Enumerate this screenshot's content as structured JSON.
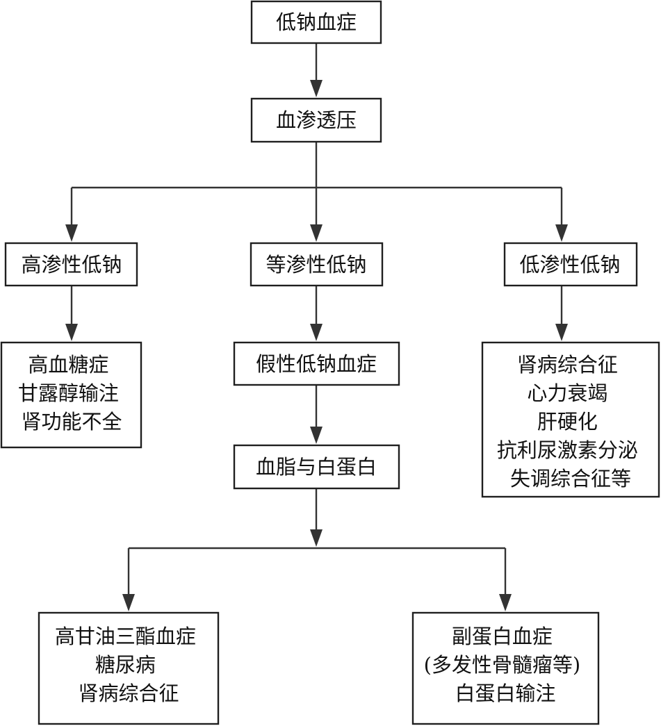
{
  "nodes": {
    "hyponatremia": [
      "低钠血症"
    ],
    "plasma_osmolality": [
      "血渗透压"
    ],
    "hyperosmolar": [
      "高渗性低钠"
    ],
    "isosmolar": [
      "等渗性低钠"
    ],
    "hyposmolar": [
      "低渗性低钠"
    ],
    "hyperosmolar_causes": [
      "高血糖症",
      "甘露醇输注",
      "肾功能不全"
    ],
    "pseudohyponatremia": [
      "假性低钠血症"
    ],
    "lipids_protein": [
      "血脂与白蛋白"
    ],
    "hyposmolar_causes": [
      "肾病综合征",
      "心力衰竭",
      "肝硬化",
      "抗利尿激素分泌",
      "失调综合征等"
    ],
    "lipid_causes": [
      "高甘油三酯血症",
      "糖尿病",
      "肾病综合征"
    ],
    "protein_causes": [
      "副蛋白血症",
      "(多发性骨髓瘤等)",
      "白蛋白输注"
    ]
  }
}
